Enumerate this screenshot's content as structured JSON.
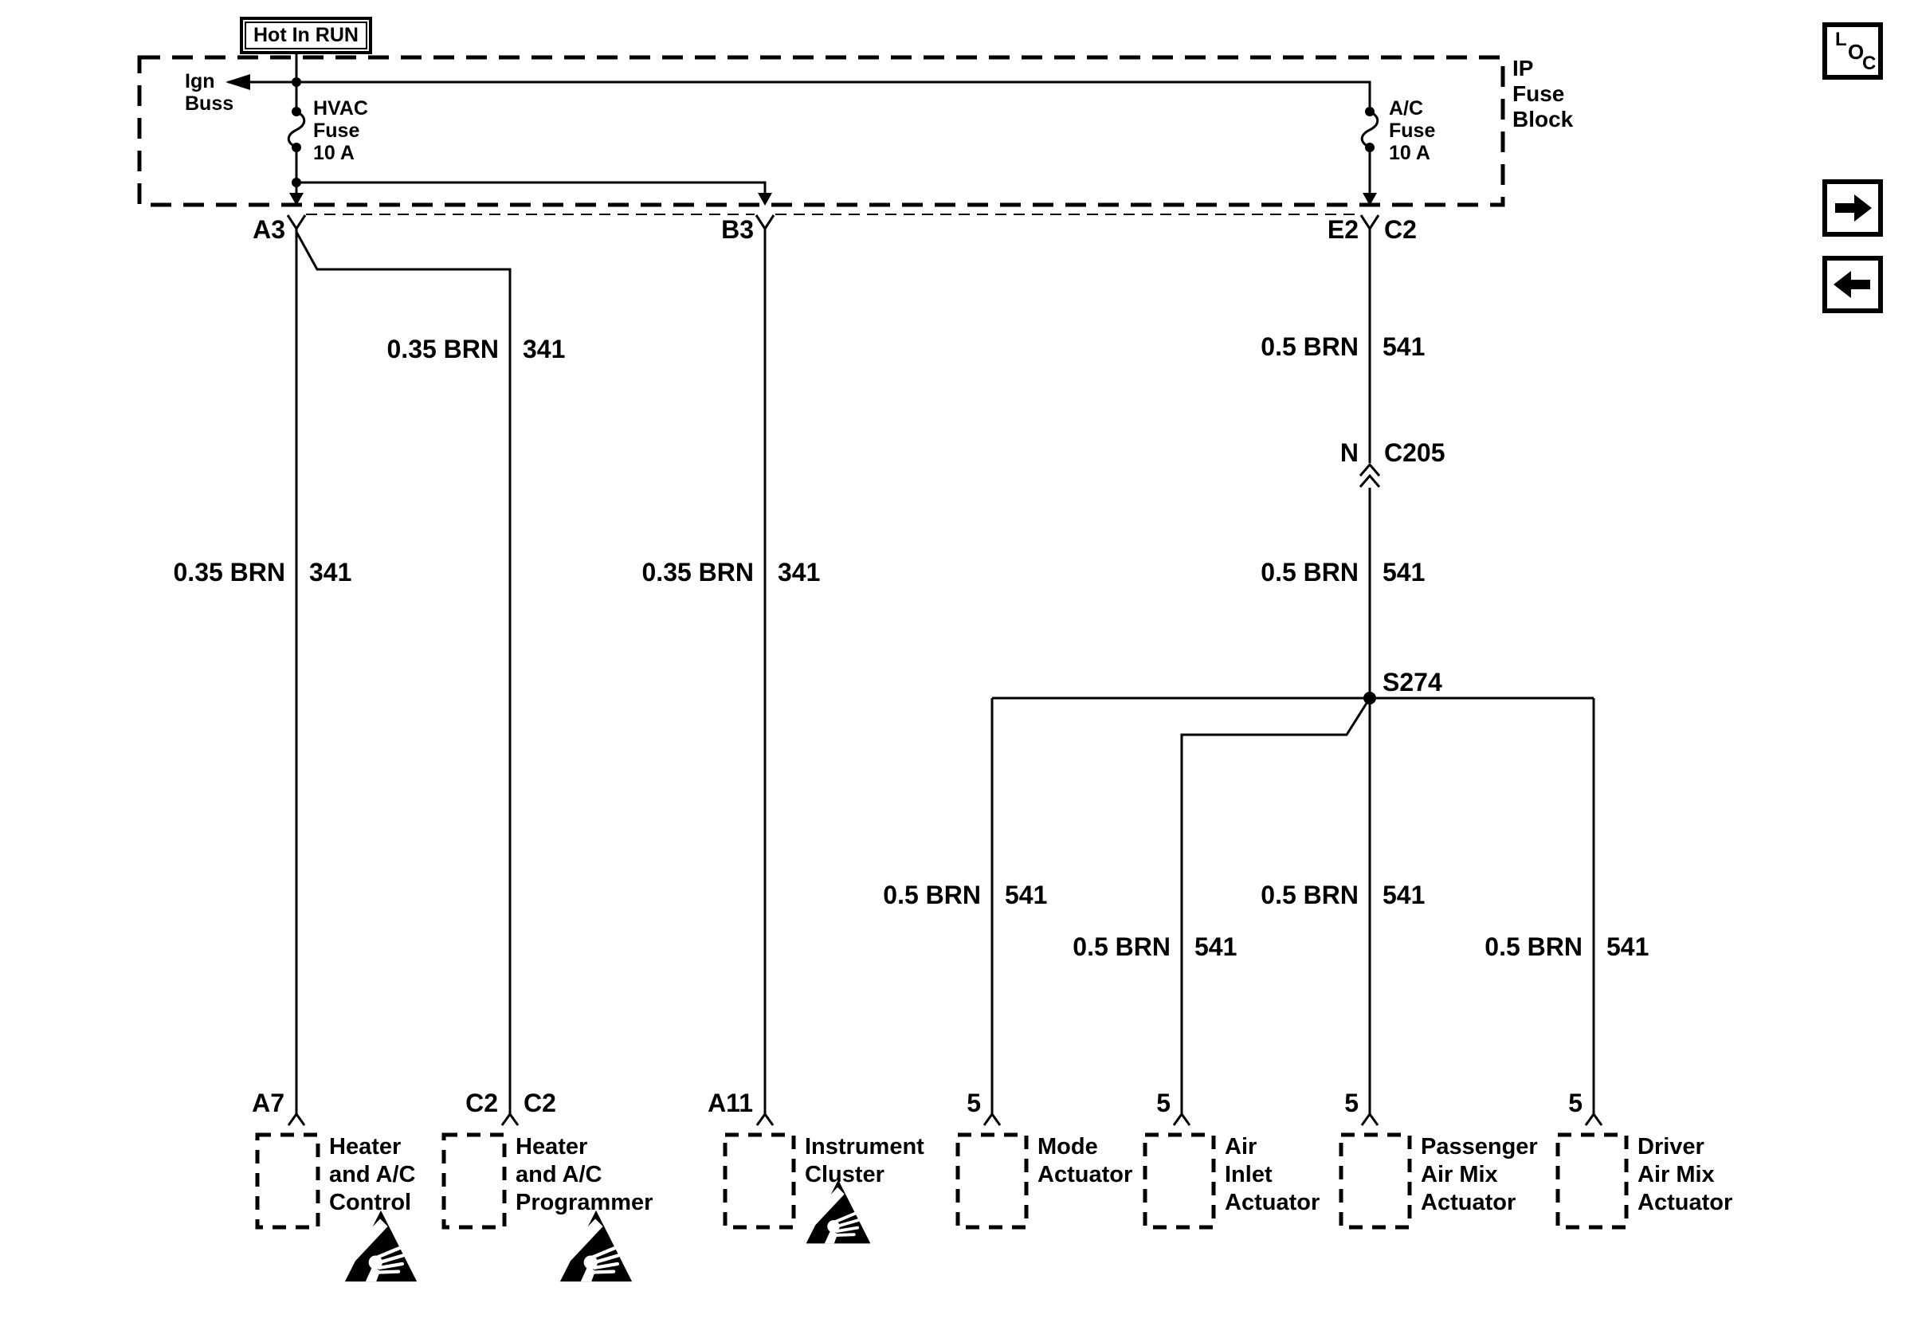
{
  "colors": {
    "ink": "#000000",
    "background": "#ffffff"
  },
  "power_feed": {
    "label": "Hot In RUN"
  },
  "fuse_block": {
    "title_lines": [
      "IP",
      "Fuse",
      "Block"
    ],
    "ign_bus": {
      "line1": "Ign",
      "line2": "Buss"
    },
    "hvac_fuse": {
      "line1": "HVAC",
      "line2": "Fuse",
      "line3": "10 A"
    },
    "ac_fuse": {
      "line1": "A/C",
      "line2": "Fuse",
      "line3": "10 A"
    },
    "pins": {
      "a3": "A3",
      "b3": "B3",
      "e2": "E2",
      "c2": "C2"
    }
  },
  "inline_connector": {
    "pin": "N",
    "id": "C205"
  },
  "splice": {
    "id": "S274"
  },
  "wire_labels": [
    {
      "gauge": "0.35 BRN",
      "circuit": "341"
    },
    {
      "gauge": "0.35 BRN",
      "circuit": "341"
    },
    {
      "gauge": "0.35 BRN",
      "circuit": "341"
    },
    {
      "gauge": "0.5 BRN",
      "circuit": "541"
    },
    {
      "gauge": "0.5 BRN",
      "circuit": "541"
    },
    {
      "gauge": "0.5 BRN",
      "circuit": "541"
    },
    {
      "gauge": "0.5 BRN",
      "circuit": "541"
    },
    {
      "gauge": "0.5 BRN",
      "circuit": "541"
    },
    {
      "gauge": "0.5 BRN",
      "circuit": "541"
    }
  ],
  "components": [
    {
      "pins": [
        "A7"
      ],
      "lines": [
        "Heater",
        "and A/C",
        "Control"
      ]
    },
    {
      "pins": [
        "C2",
        "C2"
      ],
      "lines": [
        "Heater",
        "and A/C",
        "Programmer"
      ]
    },
    {
      "pins": [
        "A11"
      ],
      "lines": [
        "Instrument",
        "Cluster"
      ]
    },
    {
      "pins": [
        "5"
      ],
      "lines": [
        "Mode",
        "Actuator"
      ]
    },
    {
      "pins": [
        "5"
      ],
      "lines": [
        "Air",
        "Inlet",
        "Actuator"
      ]
    },
    {
      "pins": [
        "5"
      ],
      "lines": [
        "Passenger",
        "Air Mix",
        "Actuator"
      ]
    },
    {
      "pins": [
        "5"
      ],
      "lines": [
        "Driver",
        "Air Mix",
        "Actuator"
      ]
    }
  ],
  "nav": {
    "loc_letters": [
      "L",
      "O",
      "C"
    ]
  }
}
